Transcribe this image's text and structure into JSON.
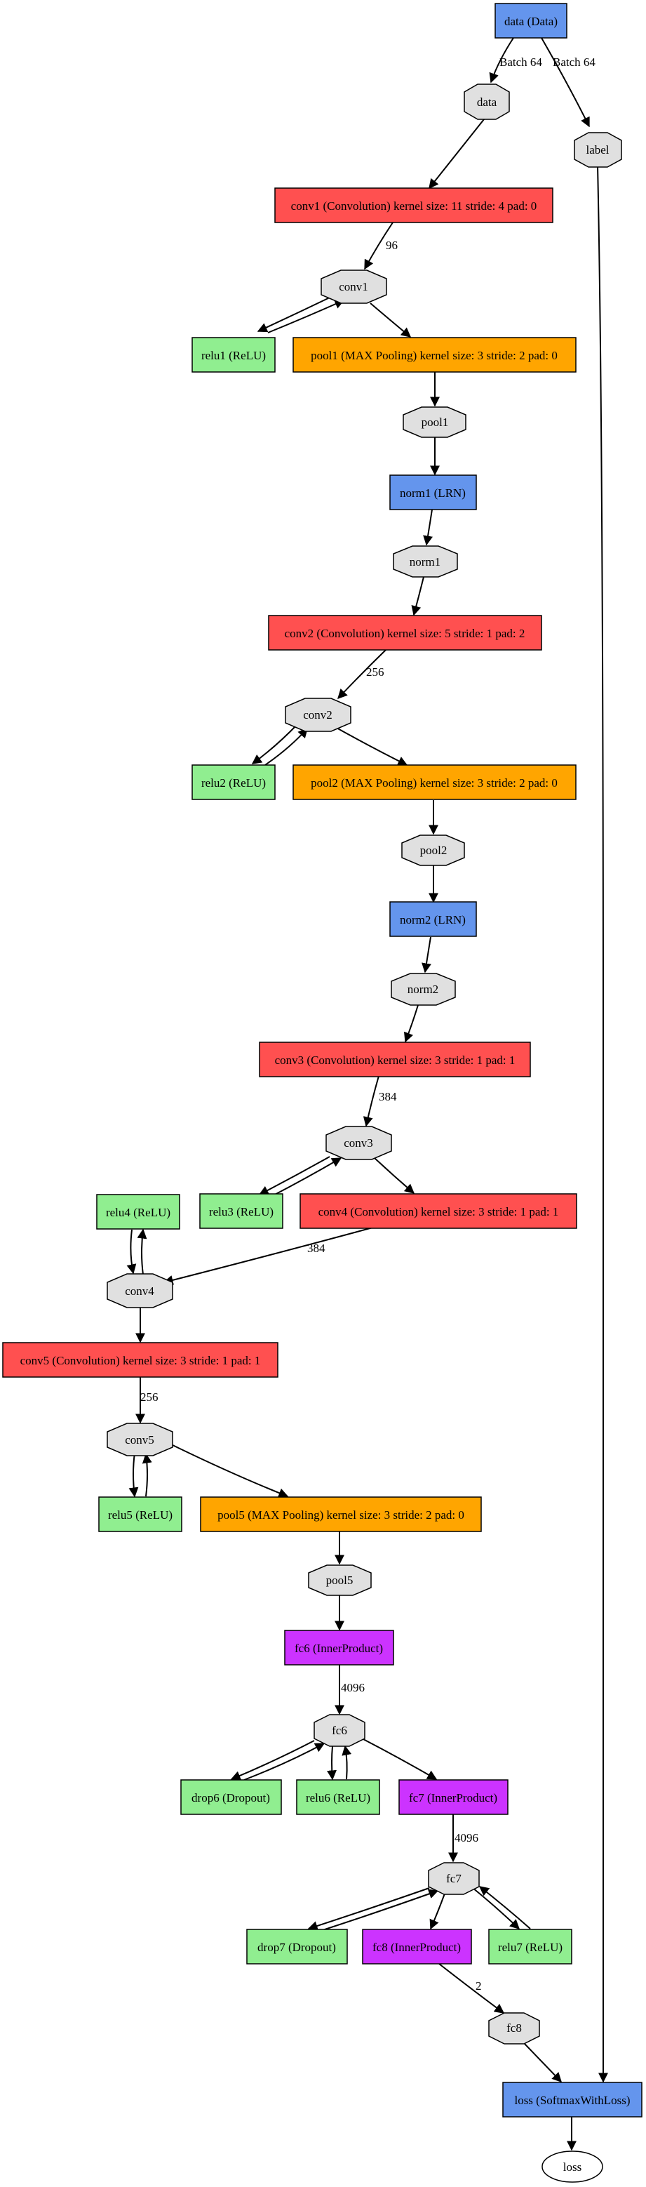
{
  "colors": {
    "data_layer": "#6495ed",
    "convolution": "#ff5050",
    "relu": "#90ee90",
    "pooling": "#ffa500",
    "lrn": "#6495ed",
    "inner_product": "#cc33ff",
    "dropout": "#90ee90",
    "loss_layer": "#6495ed",
    "blob": "#e0e0e0"
  },
  "layers": {
    "data": "data (Data)",
    "conv1": "conv1 (Convolution) kernel size: 11 stride: 4 pad: 0",
    "relu1": "relu1 (ReLU)",
    "pool1": "pool1 (MAX Pooling) kernel size: 3 stride: 2 pad: 0",
    "norm1": "norm1 (LRN)",
    "conv2": "conv2 (Convolution) kernel size: 5 stride: 1 pad: 2",
    "relu2": "relu2 (ReLU)",
    "pool2": "pool2 (MAX Pooling) kernel size: 3 stride: 2 pad: 0",
    "norm2": "norm2 (LRN)",
    "conv3": "conv3 (Convolution) kernel size: 3 stride: 1 pad: 1",
    "relu3": "relu3 (ReLU)",
    "conv4": "conv4 (Convolution) kernel size: 3 stride: 1 pad: 1",
    "relu4": "relu4 (ReLU)",
    "conv5": "conv5 (Convolution) kernel size: 3 stride: 1 pad: 1",
    "relu5": "relu5 (ReLU)",
    "pool5": "pool5 (MAX Pooling) kernel size: 3 stride: 2 pad: 0",
    "fc6": "fc6 (InnerProduct)",
    "drop6": "drop6 (Dropout)",
    "relu6": "relu6 (ReLU)",
    "fc7": "fc7 (InnerProduct)",
    "drop7": "drop7 (Dropout)",
    "fc8": "fc8 (InnerProduct)",
    "relu7": "relu7 (ReLU)",
    "loss": "loss (SoftmaxWithLoss)"
  },
  "blobs": {
    "data": "data",
    "label": "label",
    "conv1": "conv1",
    "pool1": "pool1",
    "norm1": "norm1",
    "conv2": "conv2",
    "pool2": "pool2",
    "norm2": "norm2",
    "conv3": "conv3",
    "conv4": "conv4",
    "conv5": "conv5",
    "pool5": "pool5",
    "fc6": "fc6",
    "fc7": "fc7",
    "fc8": "fc8",
    "loss": "loss"
  },
  "edge_labels": {
    "data_to_data": "Batch 64",
    "data_to_label": "Batch 64",
    "conv1_out": "96",
    "conv2_out": "256",
    "conv3_out": "384",
    "conv4_out": "384",
    "conv5_out": "256",
    "fc6_out": "4096",
    "fc7_out": "4096",
    "fc8_out": "2"
  }
}
